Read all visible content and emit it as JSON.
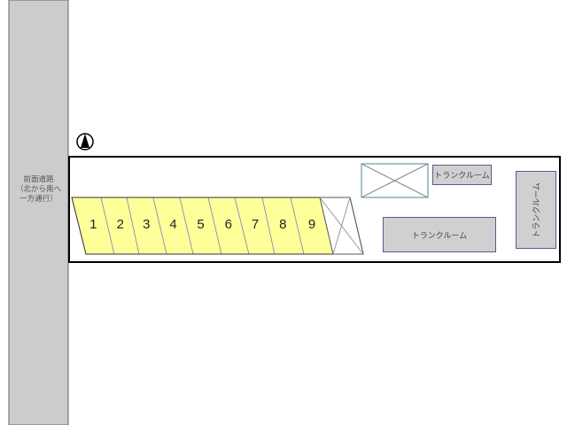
{
  "road": {
    "label_line1": "前面道路",
    "label_line2": "（北から南へ",
    "label_line3": "一方通行）"
  },
  "compass": {
    "icon": "north-arrow-icon"
  },
  "parking": {
    "stalls": [
      "1",
      "2",
      "3",
      "4",
      "5",
      "6",
      "7",
      "8",
      "9"
    ],
    "stall_color": "#ffff99"
  },
  "storage": {
    "unit_a": "トランクルーム",
    "unit_b": "トランクルーム",
    "unit_c": "トランクルーム"
  },
  "colors": {
    "road": "#cccccc",
    "trunk": "#d0d0d0"
  }
}
